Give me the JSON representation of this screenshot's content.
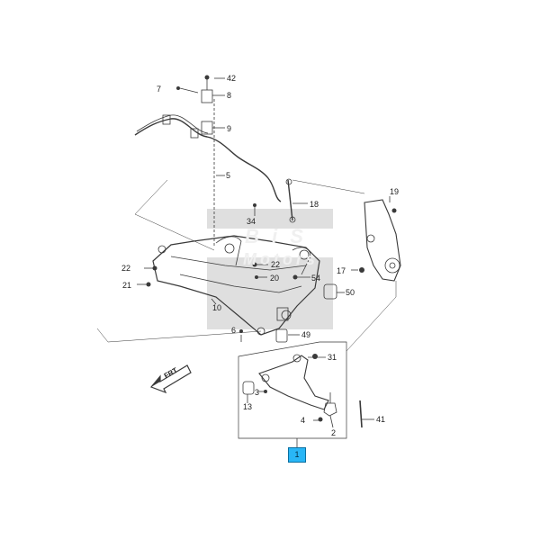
{
  "diagram": {
    "part_numbers": {
      "p42": "42",
      "p7": "7",
      "p8": "8",
      "p9": "9",
      "p5": "5",
      "p19": "19",
      "p18": "18",
      "p34": "34",
      "p22a": "22",
      "p22b": "22",
      "p21": "21",
      "p20": "20",
      "p54": "54",
      "p17": "17",
      "p50": "50",
      "p10": "10",
      "p6": "6",
      "p49": "49",
      "p31": "31",
      "p3": "3",
      "p13": "13",
      "p4": "4",
      "p2": "2",
      "p41": "41",
      "p1": "1"
    },
    "direction_label": "FRT",
    "watermark": {
      "line1": "B i S",
      "line2": "Motors"
    },
    "colors": {
      "line": "#3a3a3a",
      "callout_fill": "#29b6f6",
      "watermark_band": "#d9d9d9"
    }
  }
}
